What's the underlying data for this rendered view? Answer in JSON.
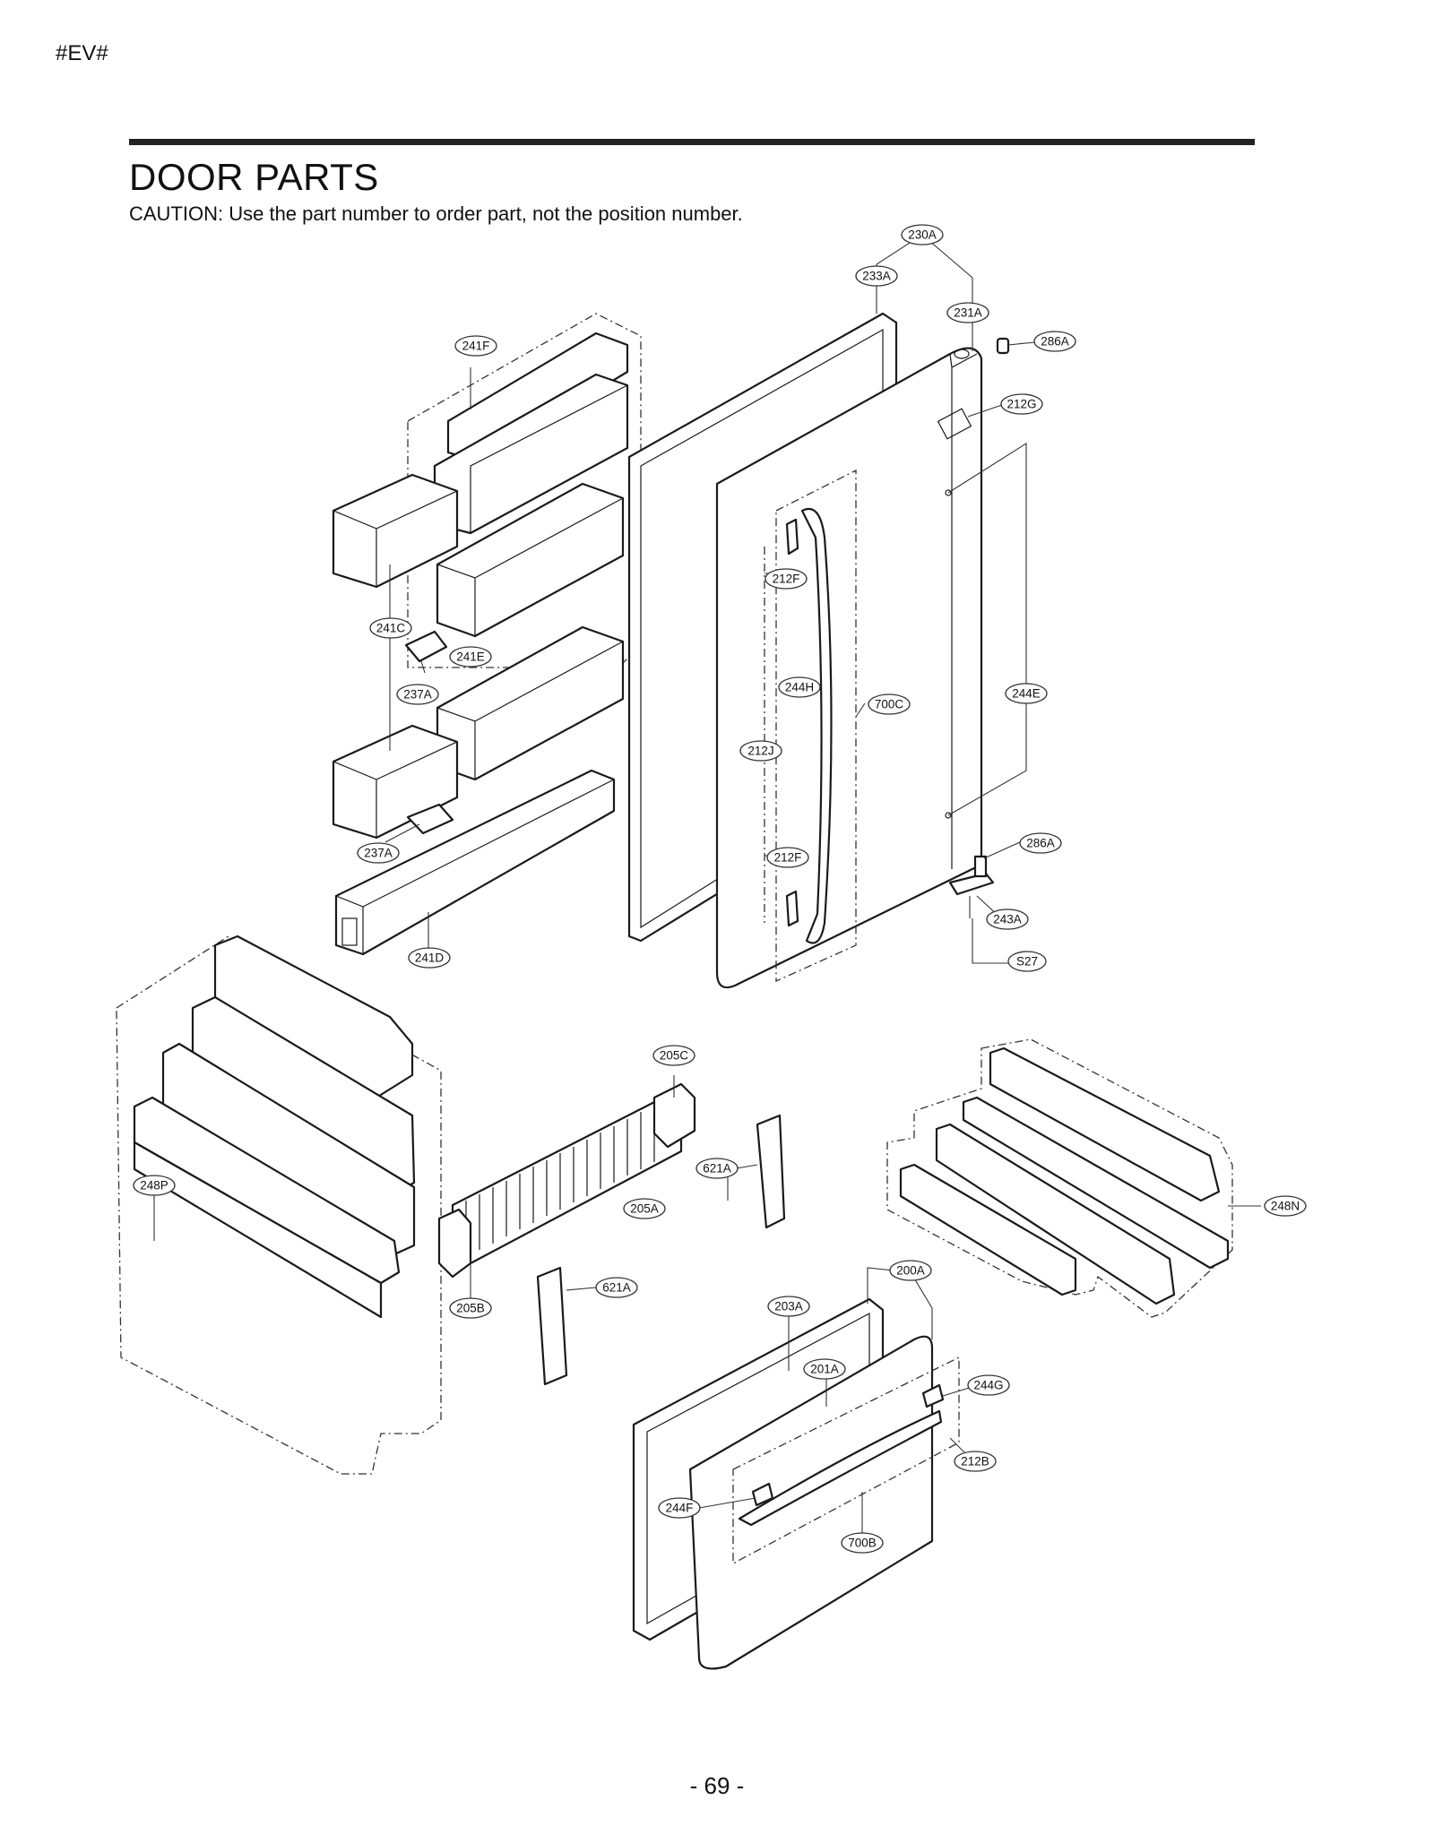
{
  "header": {
    "tag": "#EV#"
  },
  "title": "DOOR PARTS",
  "caution": "CAUTION: Use the part number to order part, not the position number.",
  "page_number": "- 69 -",
  "callouts": {
    "c230A": "230A",
    "c233A": "233A",
    "c231A": "231A",
    "c286A_top": "286A",
    "c241F": "241F",
    "c212G": "212G",
    "c212F_top": "212F",
    "c241C": "241C",
    "c241E": "241E",
    "c237A_mid": "237A",
    "c244H": "244H",
    "c700C": "700C",
    "c244E": "244E",
    "c212J": "212J",
    "c237A_low": "237A",
    "c212F_low": "212F",
    "c286A_low": "286A",
    "c243A": "243A",
    "c241D": "241D",
    "cS27": "S27",
    "c205C": "205C",
    "c621A_top": "621A",
    "c248P": "248P",
    "c205A": "205A",
    "c248N": "248N",
    "c205B": "205B",
    "c621A_low": "621A",
    "c200A": "200A",
    "c203A": "203A",
    "c201A": "201A",
    "c244G": "244G",
    "c212B": "212B",
    "c244F": "244F",
    "c700B": "700B"
  }
}
